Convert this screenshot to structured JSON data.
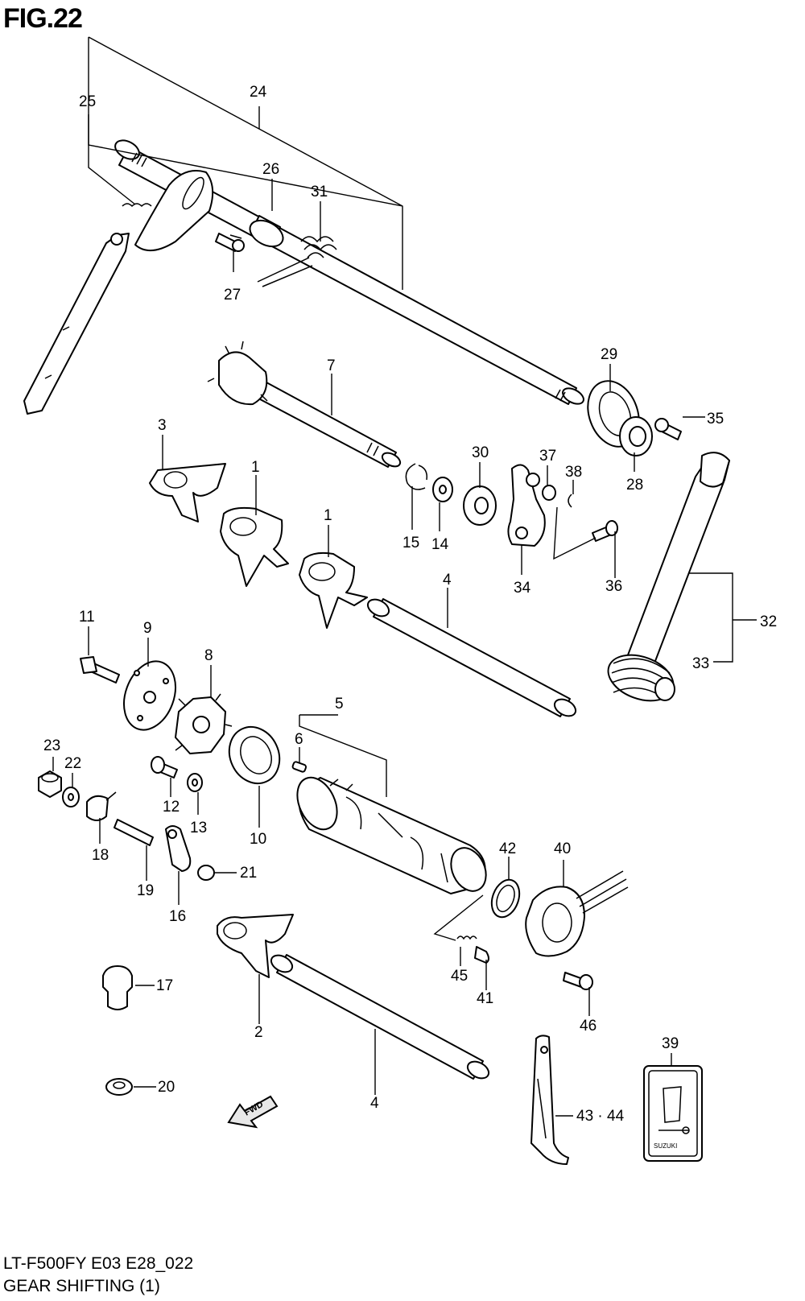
{
  "figure": {
    "title": "FIG.22"
  },
  "footer": {
    "model_code": "LT-F500FY E03 E28_022",
    "section_name": "GEAR SHIFTING (1)"
  },
  "fwd_marker": {
    "text": "FWD"
  },
  "decal_text": "SUZUKI",
  "callouts": [
    {
      "id": "25",
      "label": "25"
    },
    {
      "id": "24",
      "label": "24"
    },
    {
      "id": "26",
      "label": "26"
    },
    {
      "id": "31",
      "label": "31"
    },
    {
      "id": "27",
      "label": "27"
    },
    {
      "id": "7",
      "label": "7"
    },
    {
      "id": "29",
      "label": "29"
    },
    {
      "id": "35",
      "label": "35"
    },
    {
      "id": "28",
      "label": "28"
    },
    {
      "id": "3",
      "label": "3"
    },
    {
      "id": "1a",
      "label": "1"
    },
    {
      "id": "1b",
      "label": "1"
    },
    {
      "id": "30",
      "label": "30"
    },
    {
      "id": "37",
      "label": "37"
    },
    {
      "id": "38",
      "label": "38"
    },
    {
      "id": "15",
      "label": "15"
    },
    {
      "id": "14",
      "label": "14"
    },
    {
      "id": "34",
      "label": "34"
    },
    {
      "id": "36",
      "label": "36"
    },
    {
      "id": "4a",
      "label": "4"
    },
    {
      "id": "32",
      "label": "32"
    },
    {
      "id": "11",
      "label": "11"
    },
    {
      "id": "9",
      "label": "9"
    },
    {
      "id": "8",
      "label": "8"
    },
    {
      "id": "33",
      "label": "33"
    },
    {
      "id": "5",
      "label": "5"
    },
    {
      "id": "6",
      "label": "6"
    },
    {
      "id": "23",
      "label": "23"
    },
    {
      "id": "22",
      "label": "22"
    },
    {
      "id": "12",
      "label": "12"
    },
    {
      "id": "13",
      "label": "13"
    },
    {
      "id": "10",
      "label": "10"
    },
    {
      "id": "18",
      "label": "18"
    },
    {
      "id": "19",
      "label": "19"
    },
    {
      "id": "16",
      "label": "16"
    },
    {
      "id": "21",
      "label": "21"
    },
    {
      "id": "42",
      "label": "42"
    },
    {
      "id": "40",
      "label": "40"
    },
    {
      "id": "45",
      "label": "45"
    },
    {
      "id": "41",
      "label": "41"
    },
    {
      "id": "17",
      "label": "17"
    },
    {
      "id": "46",
      "label": "46"
    },
    {
      "id": "2",
      "label": "2"
    },
    {
      "id": "39",
      "label": "39"
    },
    {
      "id": "20",
      "label": "20"
    },
    {
      "id": "4b",
      "label": "4"
    },
    {
      "id": "43-44",
      "label": "43 · 44"
    }
  ]
}
